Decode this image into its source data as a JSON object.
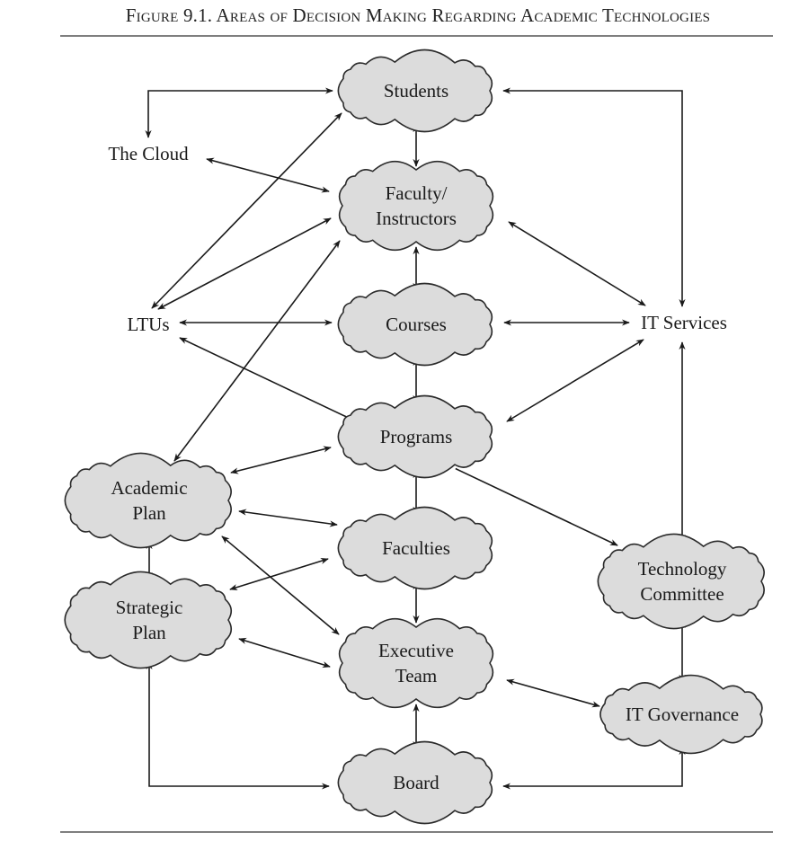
{
  "figure": {
    "title": "Figure 9.1.  Areas of Decision Making Regarding Academic Technologies",
    "title_style": "small-caps"
  },
  "colors": {
    "cloud_fill": "#dcdcdc",
    "cloud_stroke": "#2b2b2b",
    "arrow": "#1a1a1a"
  },
  "nodes": {
    "students": {
      "lines": [
        "Students"
      ],
      "shape": "cloud"
    },
    "faculty": {
      "lines": [
        "Faculty/",
        "Instructors"
      ],
      "shape": "cloud"
    },
    "courses": {
      "lines": [
        "Courses"
      ],
      "shape": "cloud"
    },
    "programs": {
      "lines": [
        "Programs"
      ],
      "shape": "cloud"
    },
    "faculties": {
      "lines": [
        "Faculties"
      ],
      "shape": "cloud"
    },
    "executive": {
      "lines": [
        "Executive",
        "Team"
      ],
      "shape": "cloud"
    },
    "board": {
      "lines": [
        "Board"
      ],
      "shape": "cloud"
    },
    "academic": {
      "lines": [
        "Academic",
        "Plan"
      ],
      "shape": "cloud"
    },
    "strategic": {
      "lines": [
        "Strategic",
        "Plan"
      ],
      "shape": "cloud"
    },
    "techcomm": {
      "lines": [
        "Technology",
        "Committee"
      ],
      "shape": "cloud"
    },
    "itgov": {
      "lines": [
        "IT Governance"
      ],
      "shape": "cloud"
    },
    "cloud": {
      "lines": [
        "The Cloud"
      ],
      "shape": "text"
    },
    "ltus": {
      "lines": [
        "LTUs"
      ],
      "shape": "text"
    },
    "itservices": {
      "lines": [
        "IT Services"
      ],
      "shape": "text"
    }
  },
  "connections": [
    {
      "from": "students",
      "to": "cloud",
      "style": "elbow",
      "arrows": "both"
    },
    {
      "from": "students",
      "to": "itservices",
      "style": "elbow",
      "arrows": "both"
    },
    {
      "from": "students",
      "to": "faculty",
      "style": "straight",
      "arrows": "both"
    },
    {
      "from": "students",
      "to": "ltus",
      "style": "straight",
      "arrows": "both"
    },
    {
      "from": "cloud",
      "to": "faculty",
      "style": "straight",
      "arrows": "both"
    },
    {
      "from": "faculty",
      "to": "ltus",
      "style": "straight",
      "arrows": "both"
    },
    {
      "from": "faculty",
      "to": "courses",
      "style": "straight",
      "arrows": "both"
    },
    {
      "from": "faculty",
      "to": "itservices",
      "style": "straight",
      "arrows": "both"
    },
    {
      "from": "faculty",
      "to": "academic",
      "style": "straight",
      "arrows": "both"
    },
    {
      "from": "ltus",
      "to": "courses",
      "style": "straight",
      "arrows": "both"
    },
    {
      "from": "courses",
      "to": "itservices",
      "style": "straight",
      "arrows": "both"
    },
    {
      "from": "courses",
      "to": "programs",
      "style": "straight",
      "arrows": "both"
    },
    {
      "from": "itservices",
      "to": "programs",
      "style": "straight",
      "arrows": "both"
    },
    {
      "from": "ltus",
      "to": "techcomm",
      "style": "straight-dashed-through-programs",
      "arrows": "both"
    },
    {
      "from": "itservices",
      "to": "techcomm",
      "style": "straight",
      "arrows": "both"
    },
    {
      "from": "programs",
      "to": "academic",
      "style": "straight",
      "arrows": "both"
    },
    {
      "from": "programs",
      "to": "faculties",
      "style": "straight",
      "arrows": "both"
    },
    {
      "from": "academic",
      "to": "faculties",
      "style": "straight",
      "arrows": "both"
    },
    {
      "from": "academic",
      "to": "strategic",
      "style": "straight",
      "arrows": "both"
    },
    {
      "from": "academic",
      "to": "executive",
      "style": "straight",
      "arrows": "both"
    },
    {
      "from": "faculties",
      "to": "strategic",
      "style": "straight",
      "arrows": "both"
    },
    {
      "from": "faculties",
      "to": "executive",
      "style": "straight",
      "arrows": "both"
    },
    {
      "from": "strategic",
      "to": "executive",
      "style": "straight",
      "arrows": "both"
    },
    {
      "from": "executive",
      "to": "board",
      "style": "straight",
      "arrows": "both"
    },
    {
      "from": "executive",
      "to": "itgov",
      "style": "straight",
      "arrows": "both"
    },
    {
      "from": "techcomm",
      "to": "itgov",
      "style": "straight",
      "arrows": "both"
    },
    {
      "from": "strategic",
      "to": "board",
      "style": "elbow",
      "arrows": "both"
    },
    {
      "from": "board",
      "to": "itgov",
      "style": "elbow",
      "arrows": "both"
    }
  ]
}
